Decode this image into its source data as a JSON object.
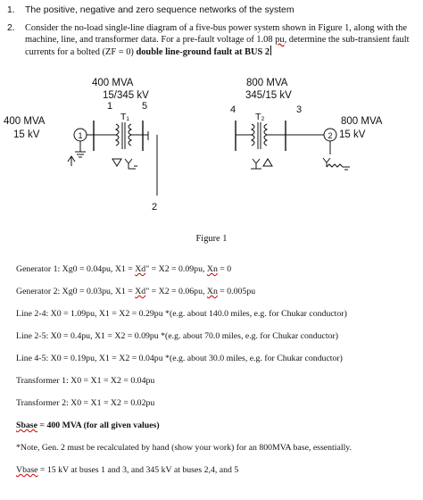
{
  "questions": [
    {
      "num": "1.",
      "text": "The positive, negative and zero sequence networks of the system"
    },
    {
      "num": "2.",
      "text_a": "Consider the no-load single-line diagram of a five-bus power system shown in Figure 1, along with the machine, line, and transformer data. For a pre-fault voltage of 1.08 ",
      "pu": "pu",
      "text_b": ", determine the sub-transient fault currents for a bolted (ZF = 0) ",
      "bold": "double line-ground fault at BUS 2"
    }
  ],
  "diagram": {
    "t1_rating": [
      "400 MVA",
      "15/345 kV"
    ],
    "t1_label": "T₁",
    "t2_rating": [
      "800 MVA",
      "345/15 kV"
    ],
    "t2_label": "T₂",
    "gen1_rating": [
      "400 MVA",
      "15 kV"
    ],
    "gen2_rating": [
      "800 MVA",
      "15 kV"
    ],
    "gen1_num": "1",
    "gen2_num": "2",
    "bus_labels": {
      "b1": "1",
      "b5": "5",
      "b4": "4",
      "b3": "3",
      "b2": "2"
    }
  },
  "figure_caption": "Figure 1",
  "data_lines": [
    {
      "pre": "Generator 1: Xg0 = 0.04pu, X1 = ",
      "xd": "Xd",
      "mid": "\" = X2 = 0.09pu, ",
      "xn": "Xn",
      "post": " = 0"
    },
    {
      "pre": "Generator 2: Xg0 = 0.03pu, X1 = ",
      "xd": "Xd",
      "mid": "\" = X2 = 0.06pu, ",
      "xn": "Xn",
      "post": " = 0.005pu"
    },
    {
      "text": "Line 2-4: X0 = 1.09pu, X1 = X2 = 0.29pu *(e.g. about 140.0 miles, e.g. for Chukar conductor)"
    },
    {
      "text": "Line 2-5: X0 = 0.4pu, X1 = X2 = 0.09pu *(e.g. about 70.0 miles, e.g. for Chukar conductor)"
    },
    {
      "text": "Line 4-5: X0 = 0.19pu, X1 = X2 = 0.04pu *(e.g. about 30.0 miles, e.g. for Chukar conductor)"
    },
    {
      "text": "Transformer 1: X0 = X1 = X2 = 0.04pu"
    },
    {
      "text": "Transformer 2: X0 = X1 = X2 = 0.02pu"
    },
    {
      "sbase_label": "Sbase",
      "sbase_rest": " = 400 MVA (for all given values)"
    },
    {
      "text": "*Note, Gen. 2 must be recalculated by hand (show your work) for an 800MVA base, essentially."
    },
    {
      "vbase_label": "Vbase",
      "vbase_rest": " = 15 kV at buses 1 and 3, and 345 kV at buses 2,4, and 5"
    }
  ]
}
